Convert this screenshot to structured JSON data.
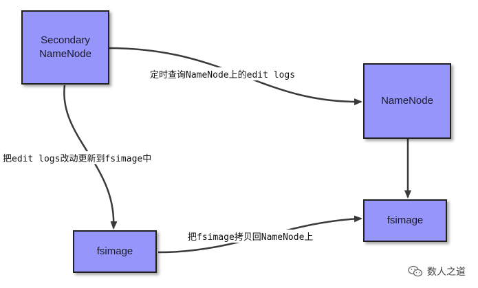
{
  "nodes": {
    "secondary": {
      "line1": "Secondary",
      "line2": "NameNode"
    },
    "namenode": {
      "label": "NameNode"
    },
    "fsimage_right": {
      "label": "fsimage"
    },
    "fsimage_left": {
      "label": "fsimage"
    }
  },
  "edges": {
    "query_edit_logs": "定时查询NameNode上的edit logs",
    "apply_edit_logs": "把edit logs改动更新到fsimage中",
    "copy_fsimage": "把fsimage拷贝回NameNode上"
  },
  "watermark": {
    "text": "数人之道",
    "icon": "wechat-icon"
  },
  "colors": {
    "node_fill": "#9595fb",
    "node_border": "#202020",
    "edge": "#3a3a3a"
  }
}
